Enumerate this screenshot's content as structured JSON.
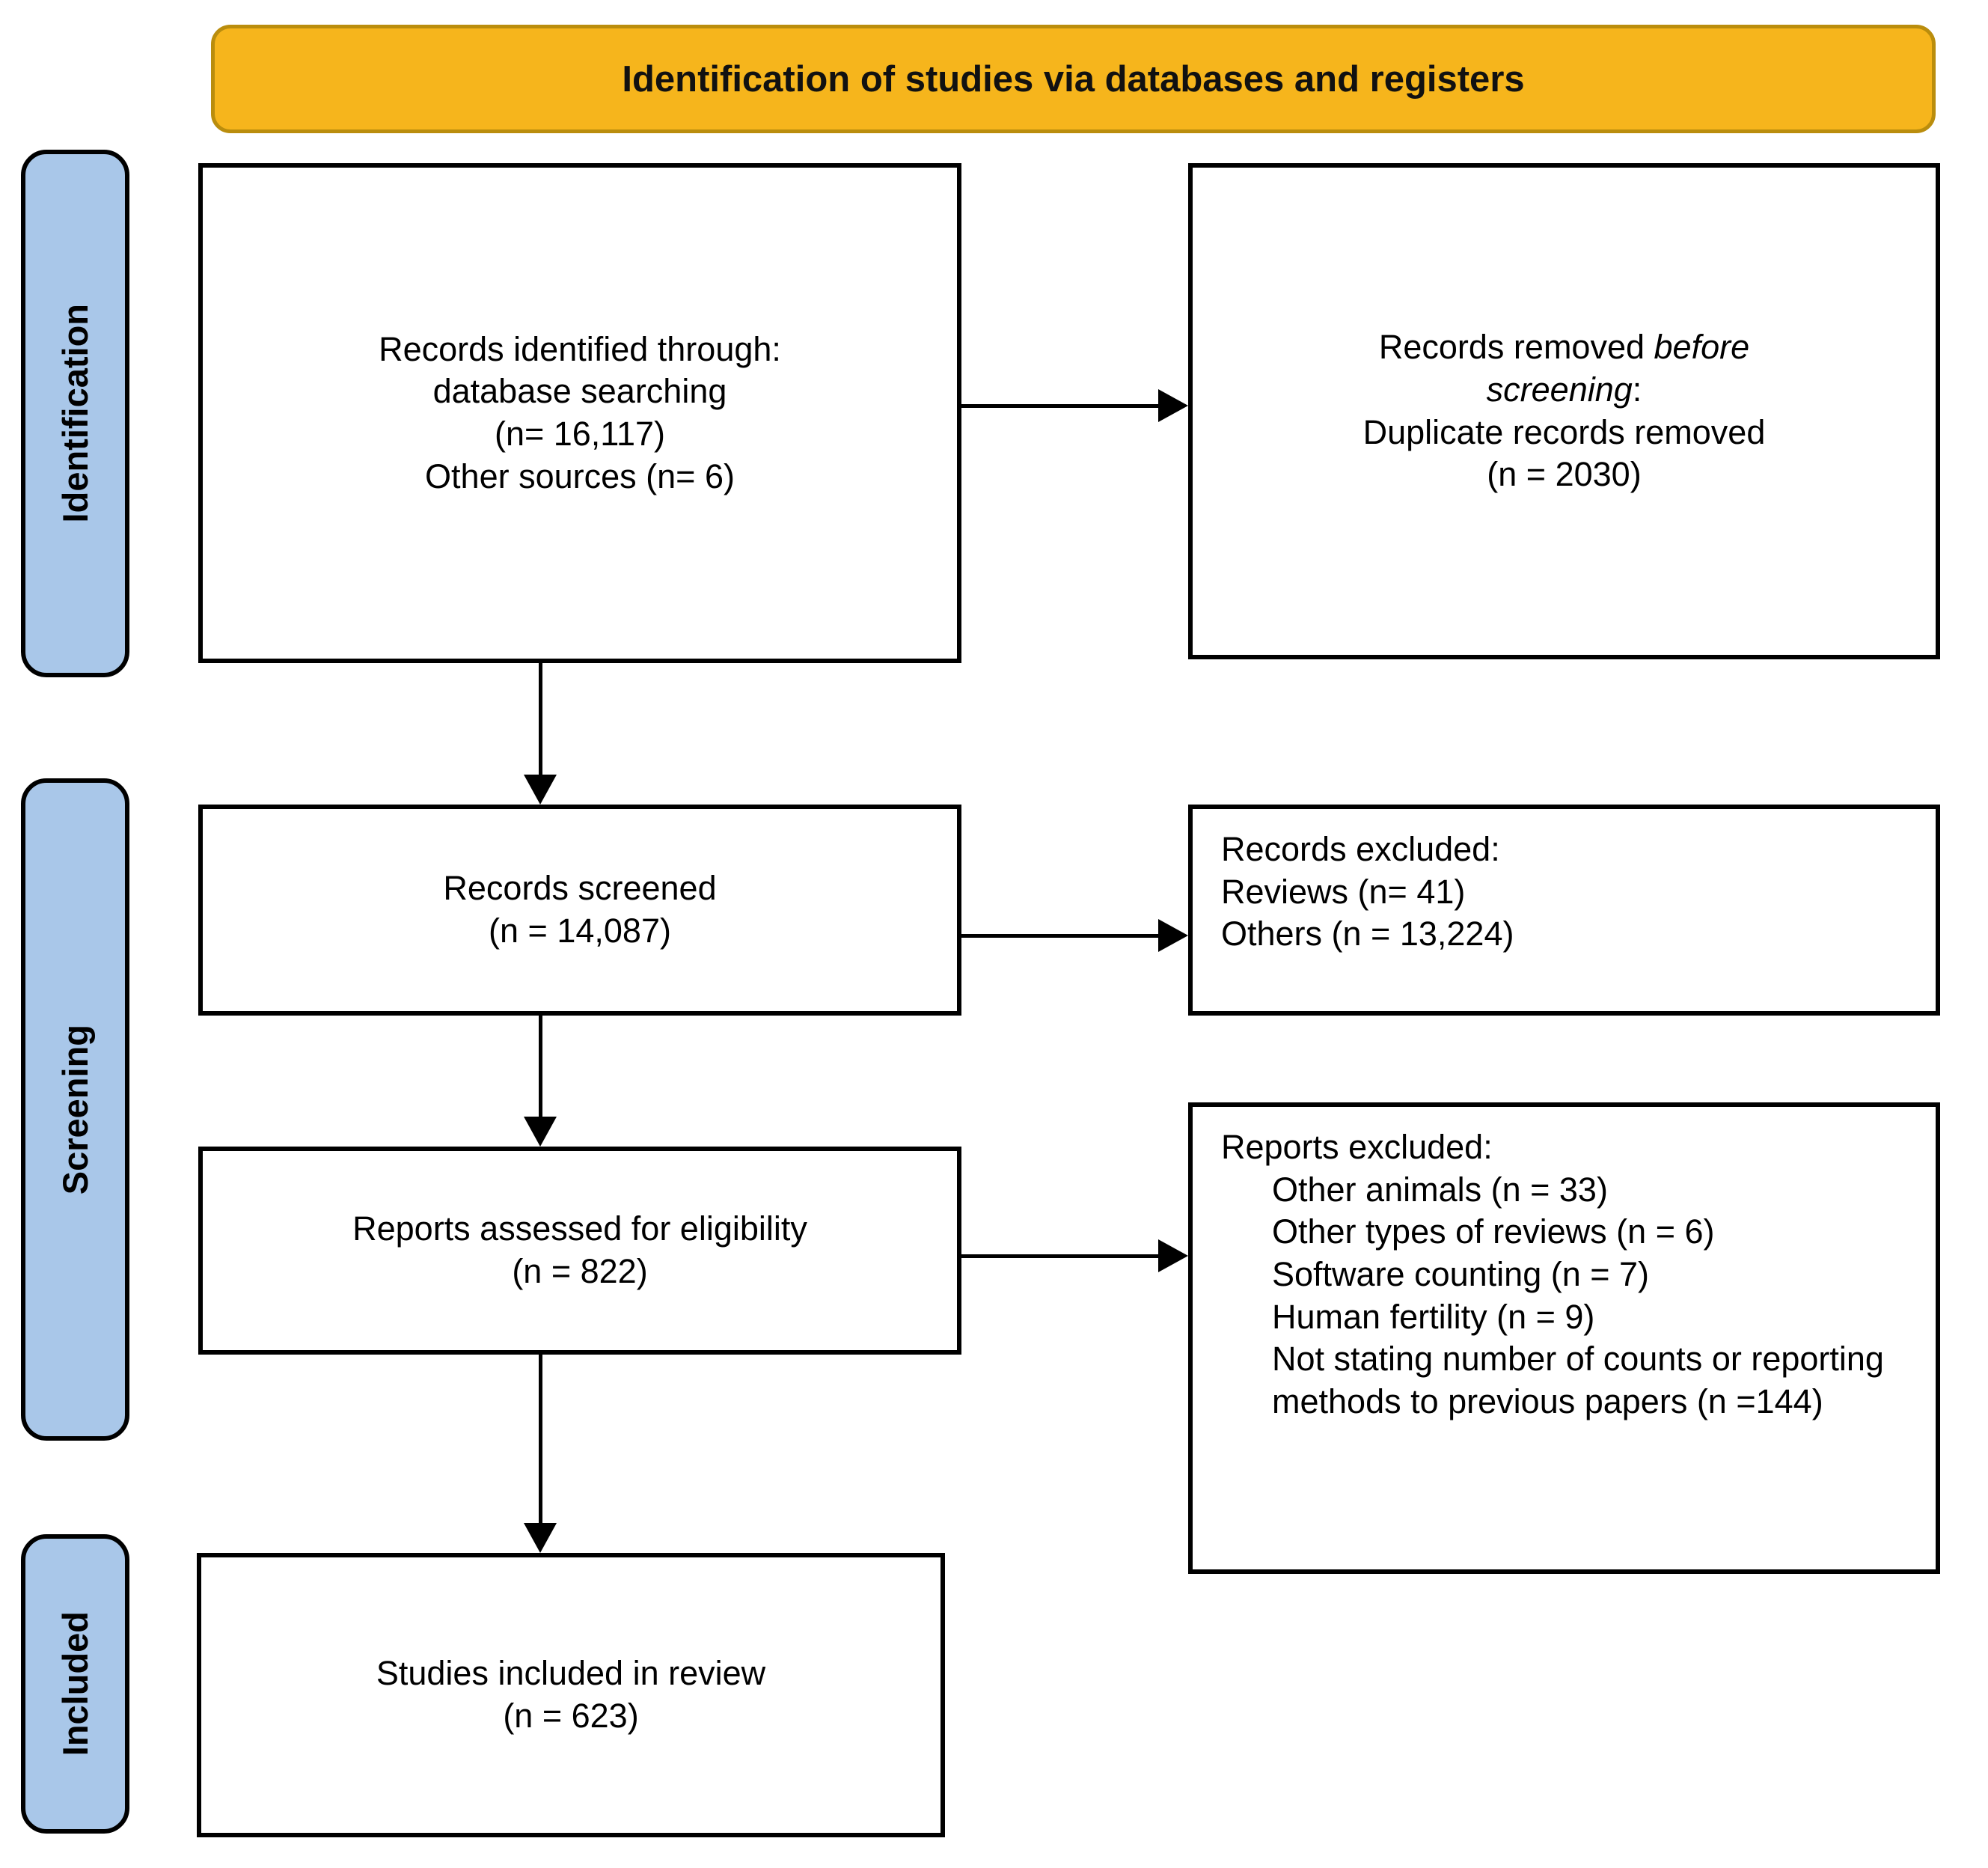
{
  "banner": {
    "title": "Identification of studies via databases and registers",
    "fill_color": "#F6B51C",
    "border_color": "#BA8D0D"
  },
  "stages": [
    {
      "label": "Identification"
    },
    {
      "label": "Screening"
    },
    {
      "label": "Included"
    }
  ],
  "stage_fill_color": "#A9C7E9",
  "boxes": {
    "records_identified": {
      "lines": [
        "Records identified through:",
        "database searching",
        "(n= 16,117)",
        "Other sources (n= 6)"
      ]
    },
    "records_removed": {
      "line1_normal": "Records removed ",
      "line1_italic": "before",
      "line2_italic": "screening",
      "line2_normal": ":",
      "line3": "Duplicate records removed",
      "line4": "(n = 2030)"
    },
    "records_screened": {
      "lines": [
        "Records screened",
        "(n = 14,087)"
      ]
    },
    "records_excluded": {
      "lines": [
        "Records excluded:",
        "Reviews (n= 41)",
        "Others (n = 13,224)"
      ]
    },
    "reports_assessed": {
      "lines": [
        "Reports assessed for eligibility",
        "(n = 822)"
      ]
    },
    "reports_excluded": {
      "header": "Reports excluded:",
      "items": [
        "Other animals (n = 33)",
        "Other types of reviews (n = 6)",
        "Software counting (n = 7)",
        "Human fertility (n = 9)",
        "Not stating number of counts or reporting methods to previous papers (n =144)"
      ]
    },
    "studies_included": {
      "lines": [
        "Studies included in review",
        "(n = 623)"
      ]
    }
  }
}
